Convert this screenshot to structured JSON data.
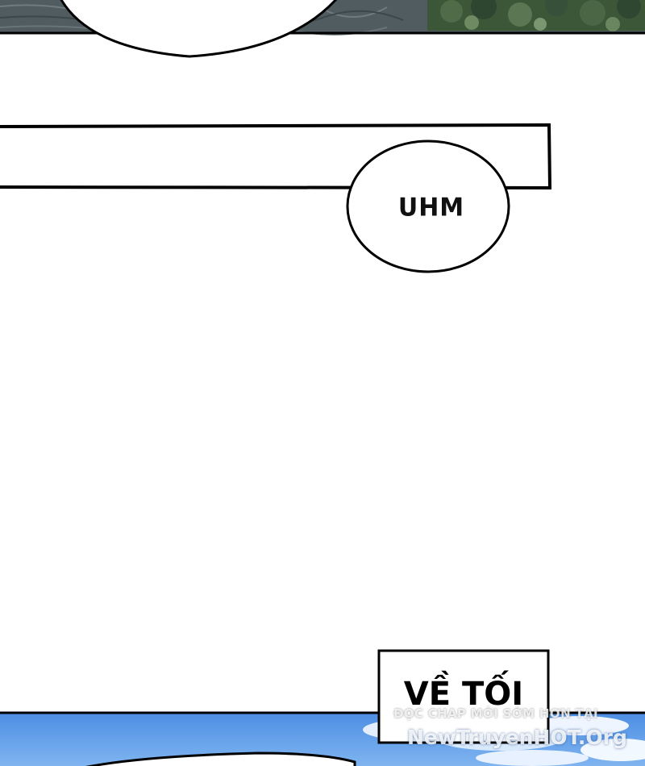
{
  "panel": {
    "speech_bubble_text": "UHM",
    "caption_box_text": "VỀ TỐI"
  },
  "watermark": {
    "line1": "ĐỌC CHAP MỚI SỚM HƠN TẠI",
    "line2": "NewTruyenHOT.Org"
  },
  "colors": {
    "ink": "#000000",
    "sky": "#5b9be8",
    "cloud": "#e8f2ff",
    "sea": "#4a5a5e",
    "foliage": "#3e5a3c"
  }
}
